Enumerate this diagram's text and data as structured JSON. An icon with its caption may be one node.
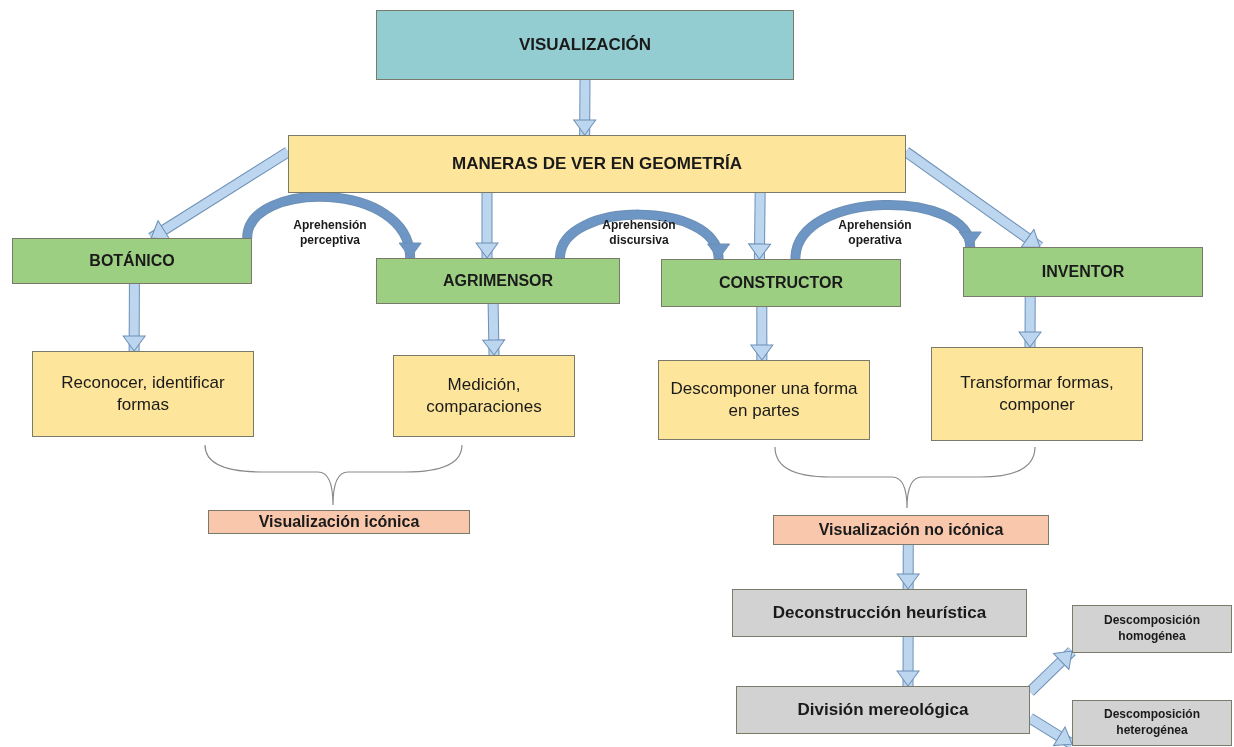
{
  "diagram": {
    "nodes": [
      {
        "text": [
          "VISUALIZACIÓN"
        ]
      },
      {
        "text": [
          "MANERAS DE VER EN GEOMETRÍA"
        ]
      },
      {
        "text": [
          "BOTÁNICO"
        ]
      },
      {
        "text": [
          "AGRIMENSOR"
        ]
      },
      {
        "text": [
          "CONSTRUCTOR"
        ]
      },
      {
        "text": [
          "INVENTOR"
        ]
      },
      {
        "text": [
          "Reconocer, identificar formas"
        ]
      },
      {
        "text": [
          "Medición, comparaciones"
        ]
      },
      {
        "text": [
          "Descomponer una forma en partes"
        ]
      },
      {
        "text": [
          "Transformar formas, componer"
        ]
      },
      {
        "text": [
          "Visualización icónica"
        ]
      },
      {
        "text": [
          "Visualización no icónica"
        ]
      },
      {
        "text": [
          "Deconstrucción heurística"
        ]
      },
      {
        "text": [
          "División mereológica"
        ]
      },
      {
        "text": [
          "Descomposición homogénea"
        ]
      },
      {
        "text": [
          "Descomposición heterogénea"
        ]
      }
    ],
    "edges": [
      {
        "from": 0,
        "to": 1,
        "arrow": "to"
      },
      {
        "from": 1,
        "to": 2,
        "arrow": "to"
      },
      {
        "from": 1,
        "to": 3,
        "arrow": "to"
      },
      {
        "from": 1,
        "to": 4,
        "arrow": "to"
      },
      {
        "from": 1,
        "to": 5,
        "arrow": "to"
      },
      {
        "from": 2,
        "to": 6,
        "arrow": "to"
      },
      {
        "from": 3,
        "to": 7,
        "arrow": "to"
      },
      {
        "from": 4,
        "to": 8,
        "arrow": "to"
      },
      {
        "from": 5,
        "to": 9,
        "arrow": "to"
      },
      {
        "from": 2,
        "to": 3,
        "arrow": "to",
        "label": "Aprehensión perceptiva",
        "color": "#6d96c4"
      },
      {
        "from": 3,
        "to": 4,
        "arrow": "to",
        "label": "Aprehensión discursiva",
        "color": "#6d96c4"
      },
      {
        "from": 4,
        "to": 5,
        "arrow": "to",
        "label": "Aprehensión operativa",
        "color": "#6d96c4"
      },
      {
        "from": 11,
        "to": 12,
        "arrow": "to"
      },
      {
        "from": 12,
        "to": 13,
        "arrow": "to"
      },
      {
        "from": 13,
        "to": 14,
        "arrow": "to"
      },
      {
        "from": 13,
        "to": 15,
        "arrow": "to"
      }
    ]
  }
}
